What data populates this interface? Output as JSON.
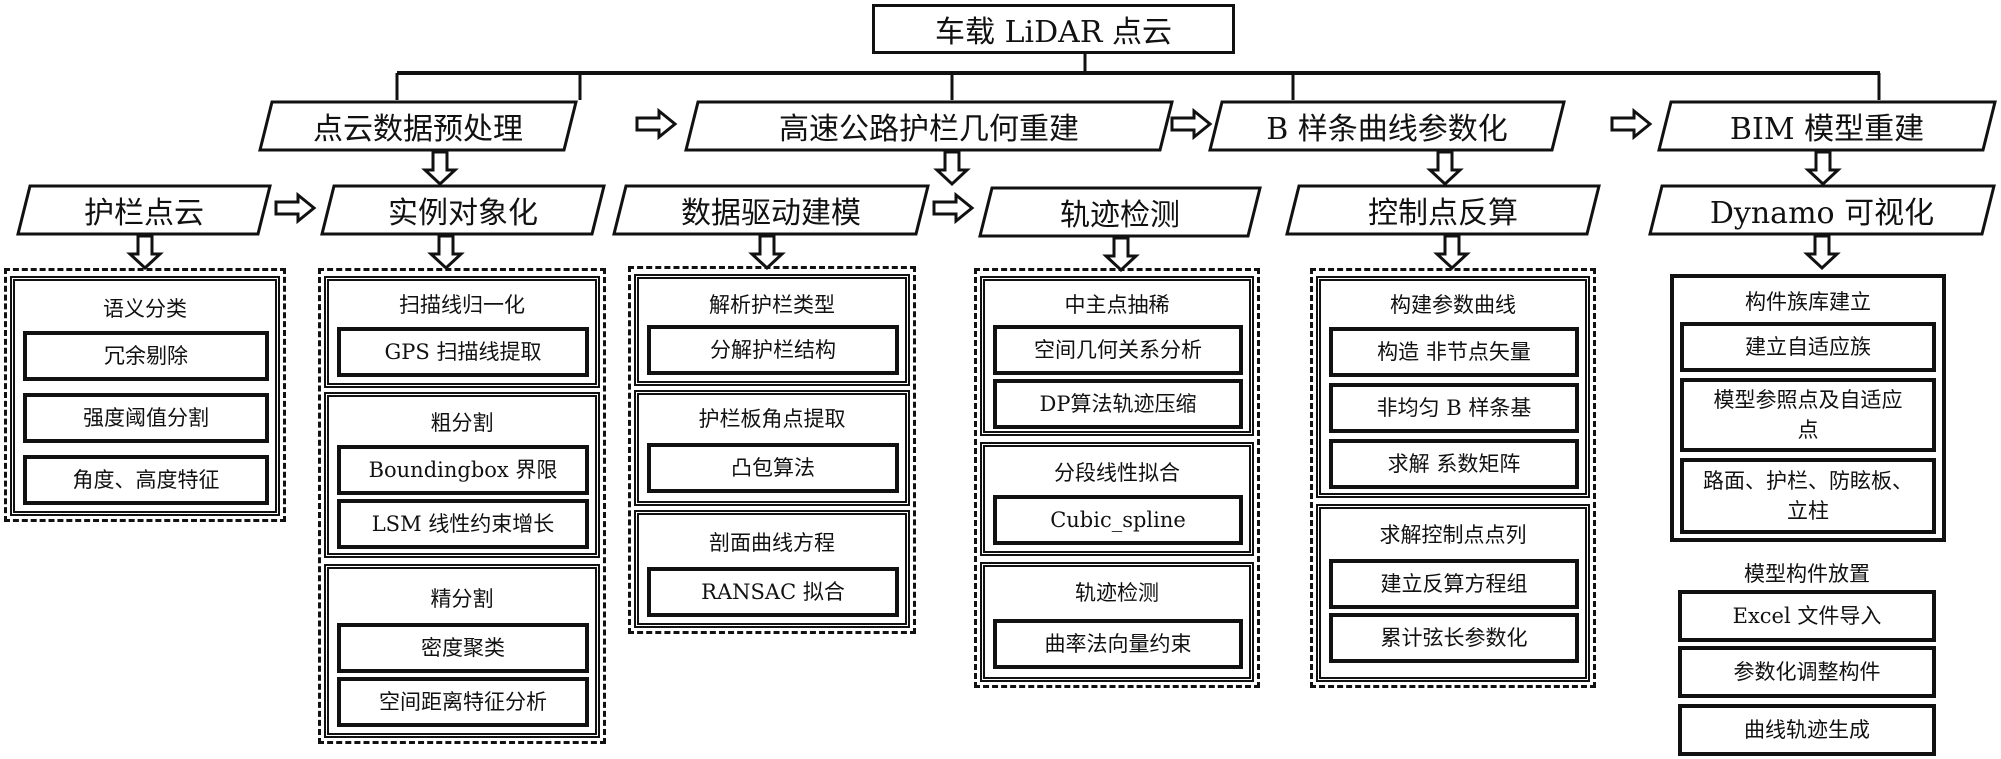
{
  "root": {
    "label": "车载 LiDAR 点云"
  },
  "stages": [
    {
      "label": "点云数据预处理"
    },
    {
      "label": "高速公路护栏几何重建"
    },
    {
      "label": "B 样条曲线参数化"
    },
    {
      "label": "BIM 模型重建"
    }
  ],
  "steps": [
    {
      "label": "护栏点云"
    },
    {
      "label": "实例对象化"
    },
    {
      "label": "数据驱动建模"
    },
    {
      "label": "轨迹检测"
    },
    {
      "label": "控制点反算"
    },
    {
      "label": "Dynamo 可视化"
    }
  ],
  "columns": [
    {
      "groups": [
        {
          "title": "语义分类",
          "items": [
            "冗余剔除",
            "强度阈值分割",
            "角度、高度特征"
          ]
        }
      ]
    },
    {
      "groups": [
        {
          "title": "扫描线归一化",
          "items": [
            "GPS 扫描线提取"
          ]
        },
        {
          "title": "粗分割",
          "items": [
            "Boundingbox 界限",
            "LSM 线性约束增长"
          ]
        },
        {
          "title": "精分割",
          "items": [
            "密度聚类",
            "空间距离特征分析"
          ]
        }
      ]
    },
    {
      "groups": [
        {
          "title": "解析护栏类型",
          "items": [
            "分解护栏结构"
          ]
        },
        {
          "title": "护栏板角点提取",
          "items": [
            "凸包算法"
          ]
        },
        {
          "title": "剖面曲线方程",
          "items": [
            "RANSAC 拟合"
          ]
        }
      ]
    },
    {
      "groups": [
        {
          "title": "中主点抽稀",
          "items": [
            "空间几何关系分析",
            "DP算法轨迹压缩"
          ]
        },
        {
          "title": "分段线性拟合",
          "items": [
            "Cubic_spline"
          ]
        },
        {
          "title": "轨迹检测",
          "items": [
            "曲率法向量约束"
          ]
        }
      ]
    },
    {
      "groups": [
        {
          "title": "构建参数曲线",
          "items": [
            "构造 非节点矢量",
            "非均匀 B 样条基",
            "求解 系数矩阵"
          ]
        },
        {
          "title": "求解控制点点列",
          "items": [
            "建立反算方程组",
            "累计弦长参数化"
          ]
        }
      ]
    },
    {
      "groups": [
        {
          "title": "构件族库建立",
          "items": [
            "建立自适应族",
            "模型参照点及自适应点",
            "路面、护栏、防眩板、立柱"
          ]
        },
        {
          "title": "模型构件放置",
          "items": [
            "Excel 文件导入",
            "参数化调整构件",
            "曲线轨迹生成"
          ]
        }
      ]
    }
  ]
}
